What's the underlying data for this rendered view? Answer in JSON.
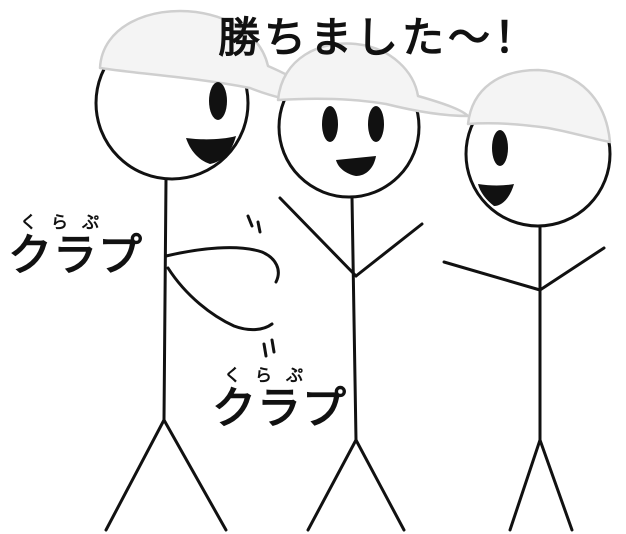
{
  "headline": "勝ちました〜！",
  "sound_effects": [
    {
      "ruby": "くらぷ",
      "text": "クラプ"
    },
    {
      "ruby": "くらぷ",
      "text": "クラプ"
    }
  ],
  "colors": {
    "ink": "#111111",
    "cap_fill": "#f4f4f4",
    "cap_outline": "#cfcfcf",
    "background": "#ffffff"
  }
}
